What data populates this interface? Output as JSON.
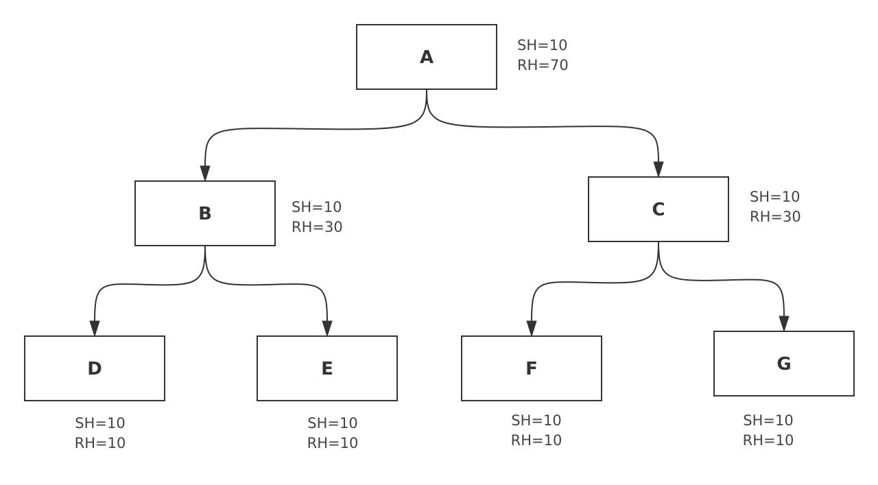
{
  "colors": {
    "stroke": "#333333",
    "text": "#333333",
    "note_text": "#444444",
    "background": "#ffffff"
  },
  "nodes": [
    {
      "id": "A",
      "label": "A",
      "sh": "SH=10",
      "rh": "RH=70"
    },
    {
      "id": "B",
      "label": "B",
      "sh": "SH=10",
      "rh": "RH=30"
    },
    {
      "id": "C",
      "label": "C",
      "sh": "SH=10",
      "rh": "RH=30"
    },
    {
      "id": "D",
      "label": "D",
      "sh": "SH=10",
      "rh": "RH=10"
    },
    {
      "id": "E",
      "label": "E",
      "sh": "SH=10",
      "rh": "RH=10"
    },
    {
      "id": "F",
      "label": "F",
      "sh": "SH=10",
      "rh": "RH=10"
    },
    {
      "id": "G",
      "label": "G",
      "sh": "SH=10",
      "rh": "RH=10"
    }
  ],
  "edges": [
    {
      "from": "A",
      "to": "B"
    },
    {
      "from": "A",
      "to": "C"
    },
    {
      "from": "B",
      "to": "D"
    },
    {
      "from": "B",
      "to": "E"
    },
    {
      "from": "C",
      "to": "F"
    },
    {
      "from": "C",
      "to": "G"
    }
  ]
}
